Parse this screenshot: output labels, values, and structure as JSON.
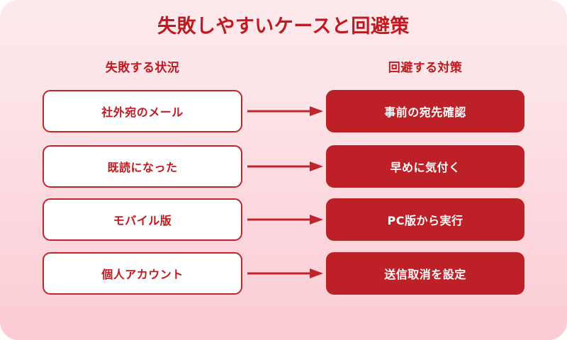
{
  "card": {
    "background_top_color": "#fde9ec",
    "background_bottom_color": "#fbcbd3",
    "accent_color": "#c0191f",
    "fill_color": "#bd2026",
    "box_text_color": "#ffffff"
  },
  "title": "失敗しやすいケースと回避策",
  "columns": {
    "left_header": "失敗する状況",
    "right_header": "回避する対策"
  },
  "rows": [
    {
      "cause": "社外宛のメール",
      "arrow": "arrow-right-icon",
      "fix": "事前の宛先確認"
    },
    {
      "cause": "既読になった",
      "arrow": "arrow-right-icon",
      "fix": "早めに気付く"
    },
    {
      "cause": "モバイル版",
      "arrow": "arrow-right-icon",
      "fix": "PC版から実行"
    },
    {
      "cause": "個人アカウント",
      "arrow": "arrow-right-icon",
      "fix": "送信取消を設定"
    }
  ]
}
